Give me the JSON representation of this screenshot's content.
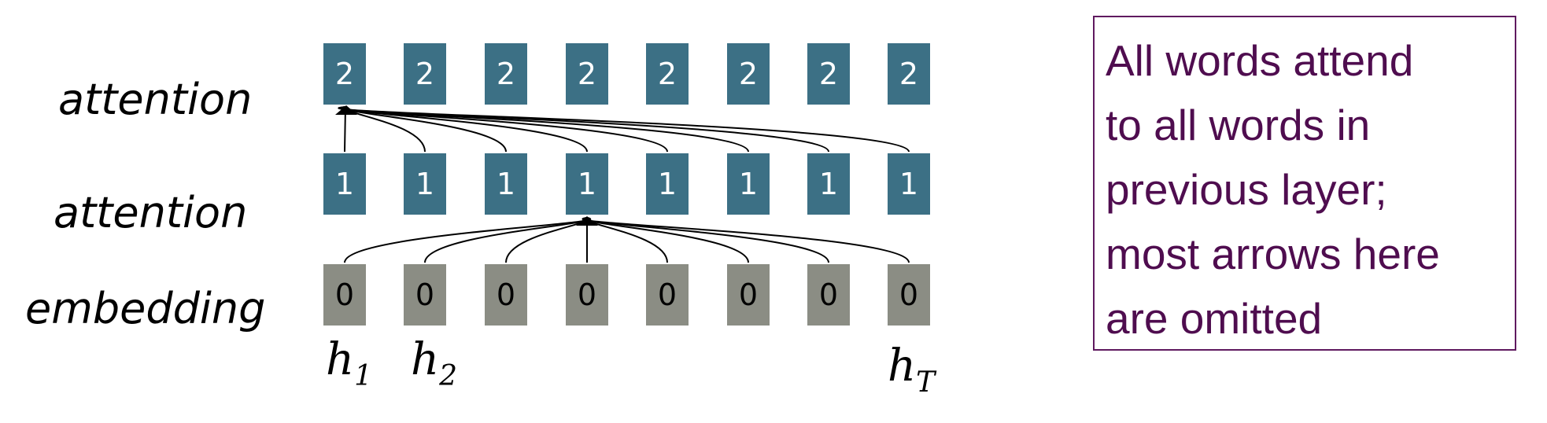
{
  "layers": {
    "top_label": "attention",
    "middle_label": "attention",
    "bottom_label": "embedding"
  },
  "rows": {
    "top": [
      "2",
      "2",
      "2",
      "2",
      "2",
      "2",
      "2",
      "2"
    ],
    "middle": [
      "1",
      "1",
      "1",
      "1",
      "1",
      "1",
      "1",
      "1"
    ],
    "bottom": [
      "0",
      "0",
      "0",
      "0",
      "0",
      "0",
      "0",
      "0"
    ]
  },
  "hidden_labels": {
    "h1": {
      "base": "h",
      "sub": "1"
    },
    "h2": {
      "base": "h",
      "sub": "2"
    },
    "hT": {
      "base": "h",
      "sub": "T"
    }
  },
  "note": {
    "lines": [
      "All words attend",
      "to all words in",
      "previous layer;",
      "most arrows here",
      "are omitted"
    ]
  },
  "colors": {
    "attention_box": "#3c7085",
    "embedding_box": "#8b8d84",
    "note_text": "#4f0d4f",
    "note_border": "#5f1a5f"
  }
}
